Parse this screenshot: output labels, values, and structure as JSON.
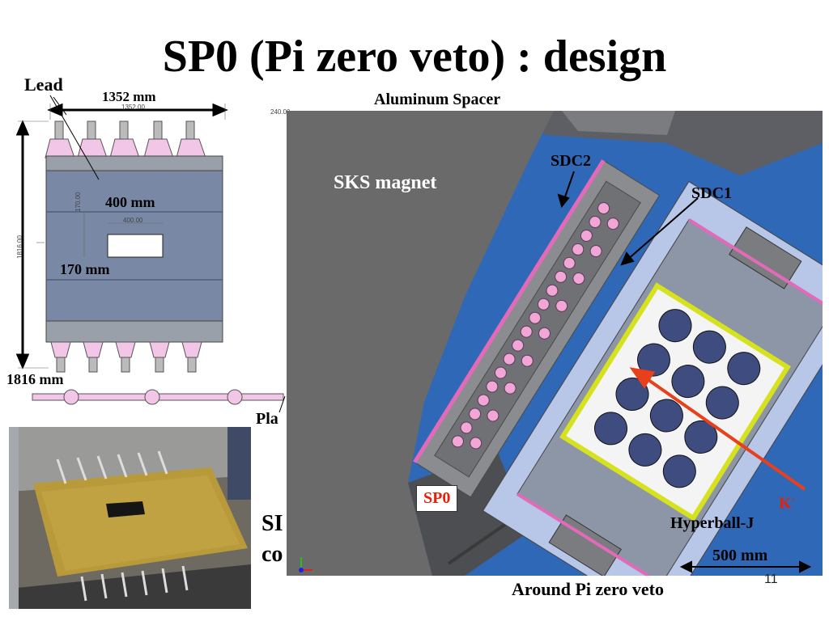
{
  "slide": {
    "title": "SP0 (Pi zero veto) : design",
    "page_number": "11",
    "caption_bottom": "Around Pi zero veto"
  },
  "left_drawing": {
    "lead_label": "Lead",
    "width_label": "1352 mm",
    "inner_width_label": "400 mm",
    "inner_height_label": "170 mm",
    "height_label": "1816 mm",
    "spacer_label": "Aluminum Spacer",
    "partial_label": "Pla",
    "dim_width_small": "1352.00",
    "dim_inner_width_small": "400.00",
    "dim_inner_height_small": "170.00",
    "dim_height_small": "1816.00",
    "dim_spacer_small": "240.00"
  },
  "lower_left_text": {
    "line1": "SI",
    "line2": "co"
  },
  "right_drawing": {
    "sks_label": "SKS magnet",
    "sdc2_label": "SDC2",
    "sdc1_label": "SDC1",
    "sp0_label": "SP0",
    "kaon_label": "K",
    "kaon_sup": "-",
    "hyperball_label": "Hyperball-J",
    "scale_label": "500 mm"
  },
  "colors": {
    "sp0_red": "#e8200a",
    "background_blue": "#2f68b6",
    "magnet_gray": "#6a6a6a",
    "beam_arrow": "#e8401a"
  }
}
